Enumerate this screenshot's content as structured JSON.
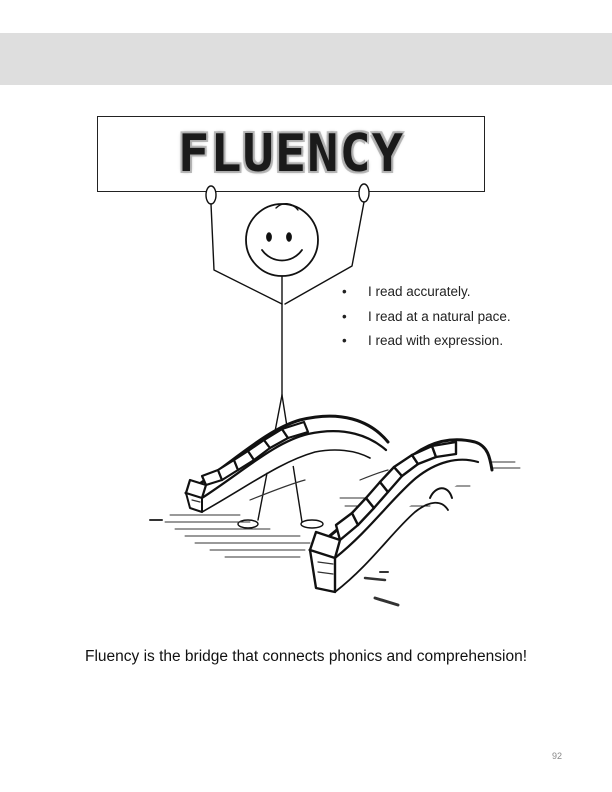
{
  "sign": {
    "title": "FLUENCY"
  },
  "bullets": [
    {
      "text": "I read accurately."
    },
    {
      "text": "I read at a natural pace."
    },
    {
      "text": "I read with expression."
    }
  ],
  "bullet_glyph": "•",
  "caption": "Fluency is the bridge that connects phonics and comprehension!",
  "page_number": "92",
  "icons": [
    "stick-figure-illustration",
    "bridge-illustration"
  ]
}
